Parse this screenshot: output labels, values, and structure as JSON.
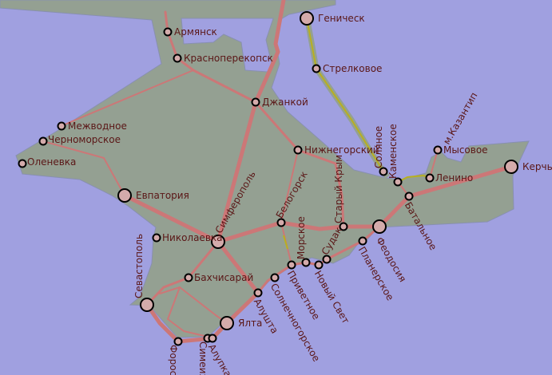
{
  "map": {
    "colors": {
      "water": "#a0a0e0",
      "land": "#94a092",
      "road": "#cc7777",
      "rail_minor": "#b8b020",
      "label": "#5a1616"
    },
    "cities": [
      {
        "name": "Геническ",
        "major": true
      },
      {
        "name": "Армянск",
        "major": false
      },
      {
        "name": "Красноперекопск",
        "major": false
      },
      {
        "name": "Стрелковое",
        "major": false
      },
      {
        "name": "Джанкой",
        "major": false
      },
      {
        "name": "Межводное",
        "major": false
      },
      {
        "name": "Черноморское",
        "major": false
      },
      {
        "name": "Оленевка",
        "major": false
      },
      {
        "name": "Нижнегорский",
        "major": false
      },
      {
        "name": "Соляное",
        "major": false
      },
      {
        "name": "Каменское",
        "major": false
      },
      {
        "name": "м.Казантип",
        "major": false
      },
      {
        "name": "Мысовое",
        "major": false
      },
      {
        "name": "Ленино",
        "major": false
      },
      {
        "name": "Керчь",
        "major": true
      },
      {
        "name": "Евпатория",
        "major": true
      },
      {
        "name": "Симферополь",
        "major": true
      },
      {
        "name": "Белогорск",
        "major": false
      },
      {
        "name": "Старый Крым",
        "major": false
      },
      {
        "name": "Батальное",
        "major": false
      },
      {
        "name": "Феодосия",
        "major": true
      },
      {
        "name": "Николаевка",
        "major": false
      },
      {
        "name": "Морское",
        "major": false
      },
      {
        "name": "Судак",
        "major": false
      },
      {
        "name": "Планерское",
        "major": false
      },
      {
        "name": "Приветное",
        "major": false
      },
      {
        "name": "Новый Свет",
        "major": false
      },
      {
        "name": "Бахчисарай",
        "major": false
      },
      {
        "name": "Солнечногорское",
        "major": false
      },
      {
        "name": "Севастополь",
        "major": true
      },
      {
        "name": "Алушта",
        "major": false
      },
      {
        "name": "Ялта",
        "major": true
      },
      {
        "name": "Форос",
        "major": false
      },
      {
        "name": "Симеиз",
        "major": false
      },
      {
        "name": "Алупка",
        "major": false
      }
    ]
  }
}
